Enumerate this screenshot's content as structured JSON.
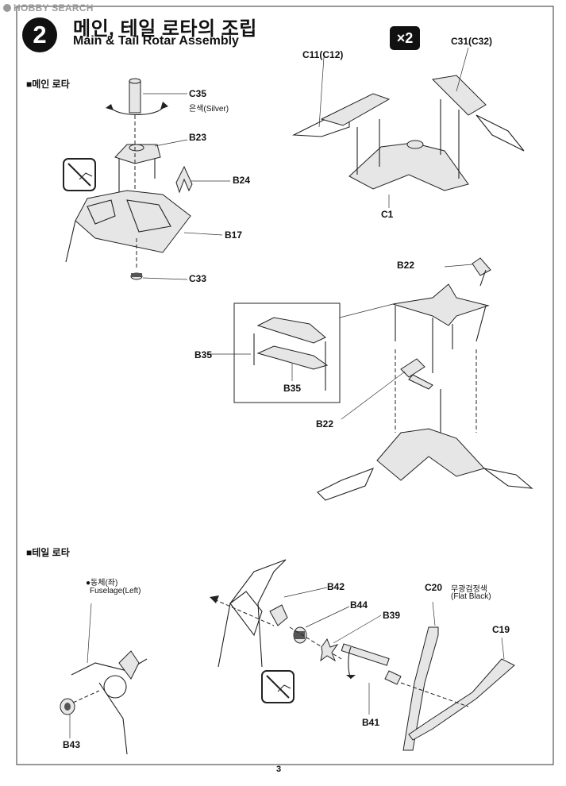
{
  "watermark": "HOBBY SEARCH",
  "step": {
    "number": "2",
    "title_ko": "메인, 테일 로타의 조립",
    "title_en": "Main & Tail Rotar Assembly"
  },
  "multiplier": "×2",
  "sections": {
    "main_rotor": "■메인 로타",
    "tail_rotor": "■테일 로타"
  },
  "parts": {
    "c35": "C35",
    "c35_note": "은색(Silver)",
    "b23": "B23",
    "b24": "B24",
    "b17": "B17",
    "c33": "C33",
    "c11": "C11(C12)",
    "c31": "C31(C32)",
    "c1": "C1",
    "b22_top": "B22",
    "b35_left": "B35",
    "b35_bottom": "B35",
    "b22_bottom": "B22",
    "b42": "B42",
    "b44": "B44",
    "b39": "B39",
    "b41": "B41",
    "b43": "B43",
    "c20": "C20",
    "c20_note_ko": "무광검정색",
    "c20_note_en": "(Flat Black)",
    "c19": "C19",
    "fuselage_ko": "●동체(좌)",
    "fuselage_en": "Fuselage(Left)"
  },
  "page_number": "3"
}
